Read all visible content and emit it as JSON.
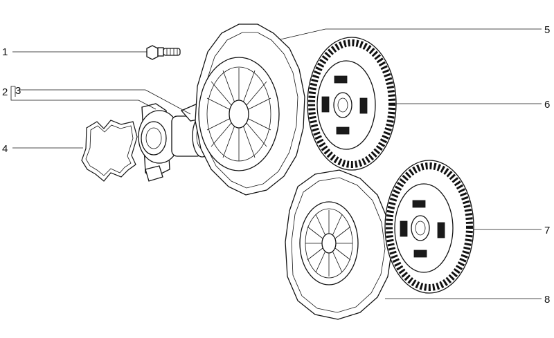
{
  "callouts": [
    {
      "number": "1",
      "part": "bolt"
    },
    {
      "number": "2",
      "part": "release-bearing-assembly"
    },
    {
      "number": "3",
      "part": "release-bearing"
    },
    {
      "number": "4",
      "part": "retaining-spring-clip"
    },
    {
      "number": "5",
      "part": "pressure-plate-upper"
    },
    {
      "number": "6",
      "part": "clutch-disc-upper"
    },
    {
      "number": "7",
      "part": "clutch-disc-lower"
    },
    {
      "number": "8",
      "part": "pressure-plate-lower"
    }
  ]
}
